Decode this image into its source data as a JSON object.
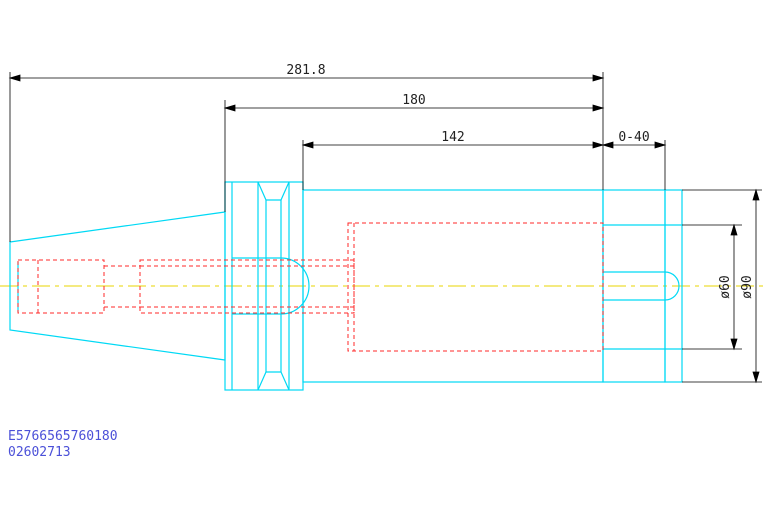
{
  "colors": {
    "outline": "#00d9f5",
    "hidden": "#ff2a2a",
    "centerline": "#e8d600",
    "dimension": "#000000",
    "code_text": "#4b50d8"
  },
  "dimensions": {
    "overall_length": "281.8",
    "flange_length": "180",
    "body_length": "142",
    "adjust_range": "0-40",
    "inner_diameter": "ø60",
    "outer_diameter": "ø90"
  },
  "part_code": {
    "line1": "E5766565760180",
    "line2": "02602713"
  }
}
